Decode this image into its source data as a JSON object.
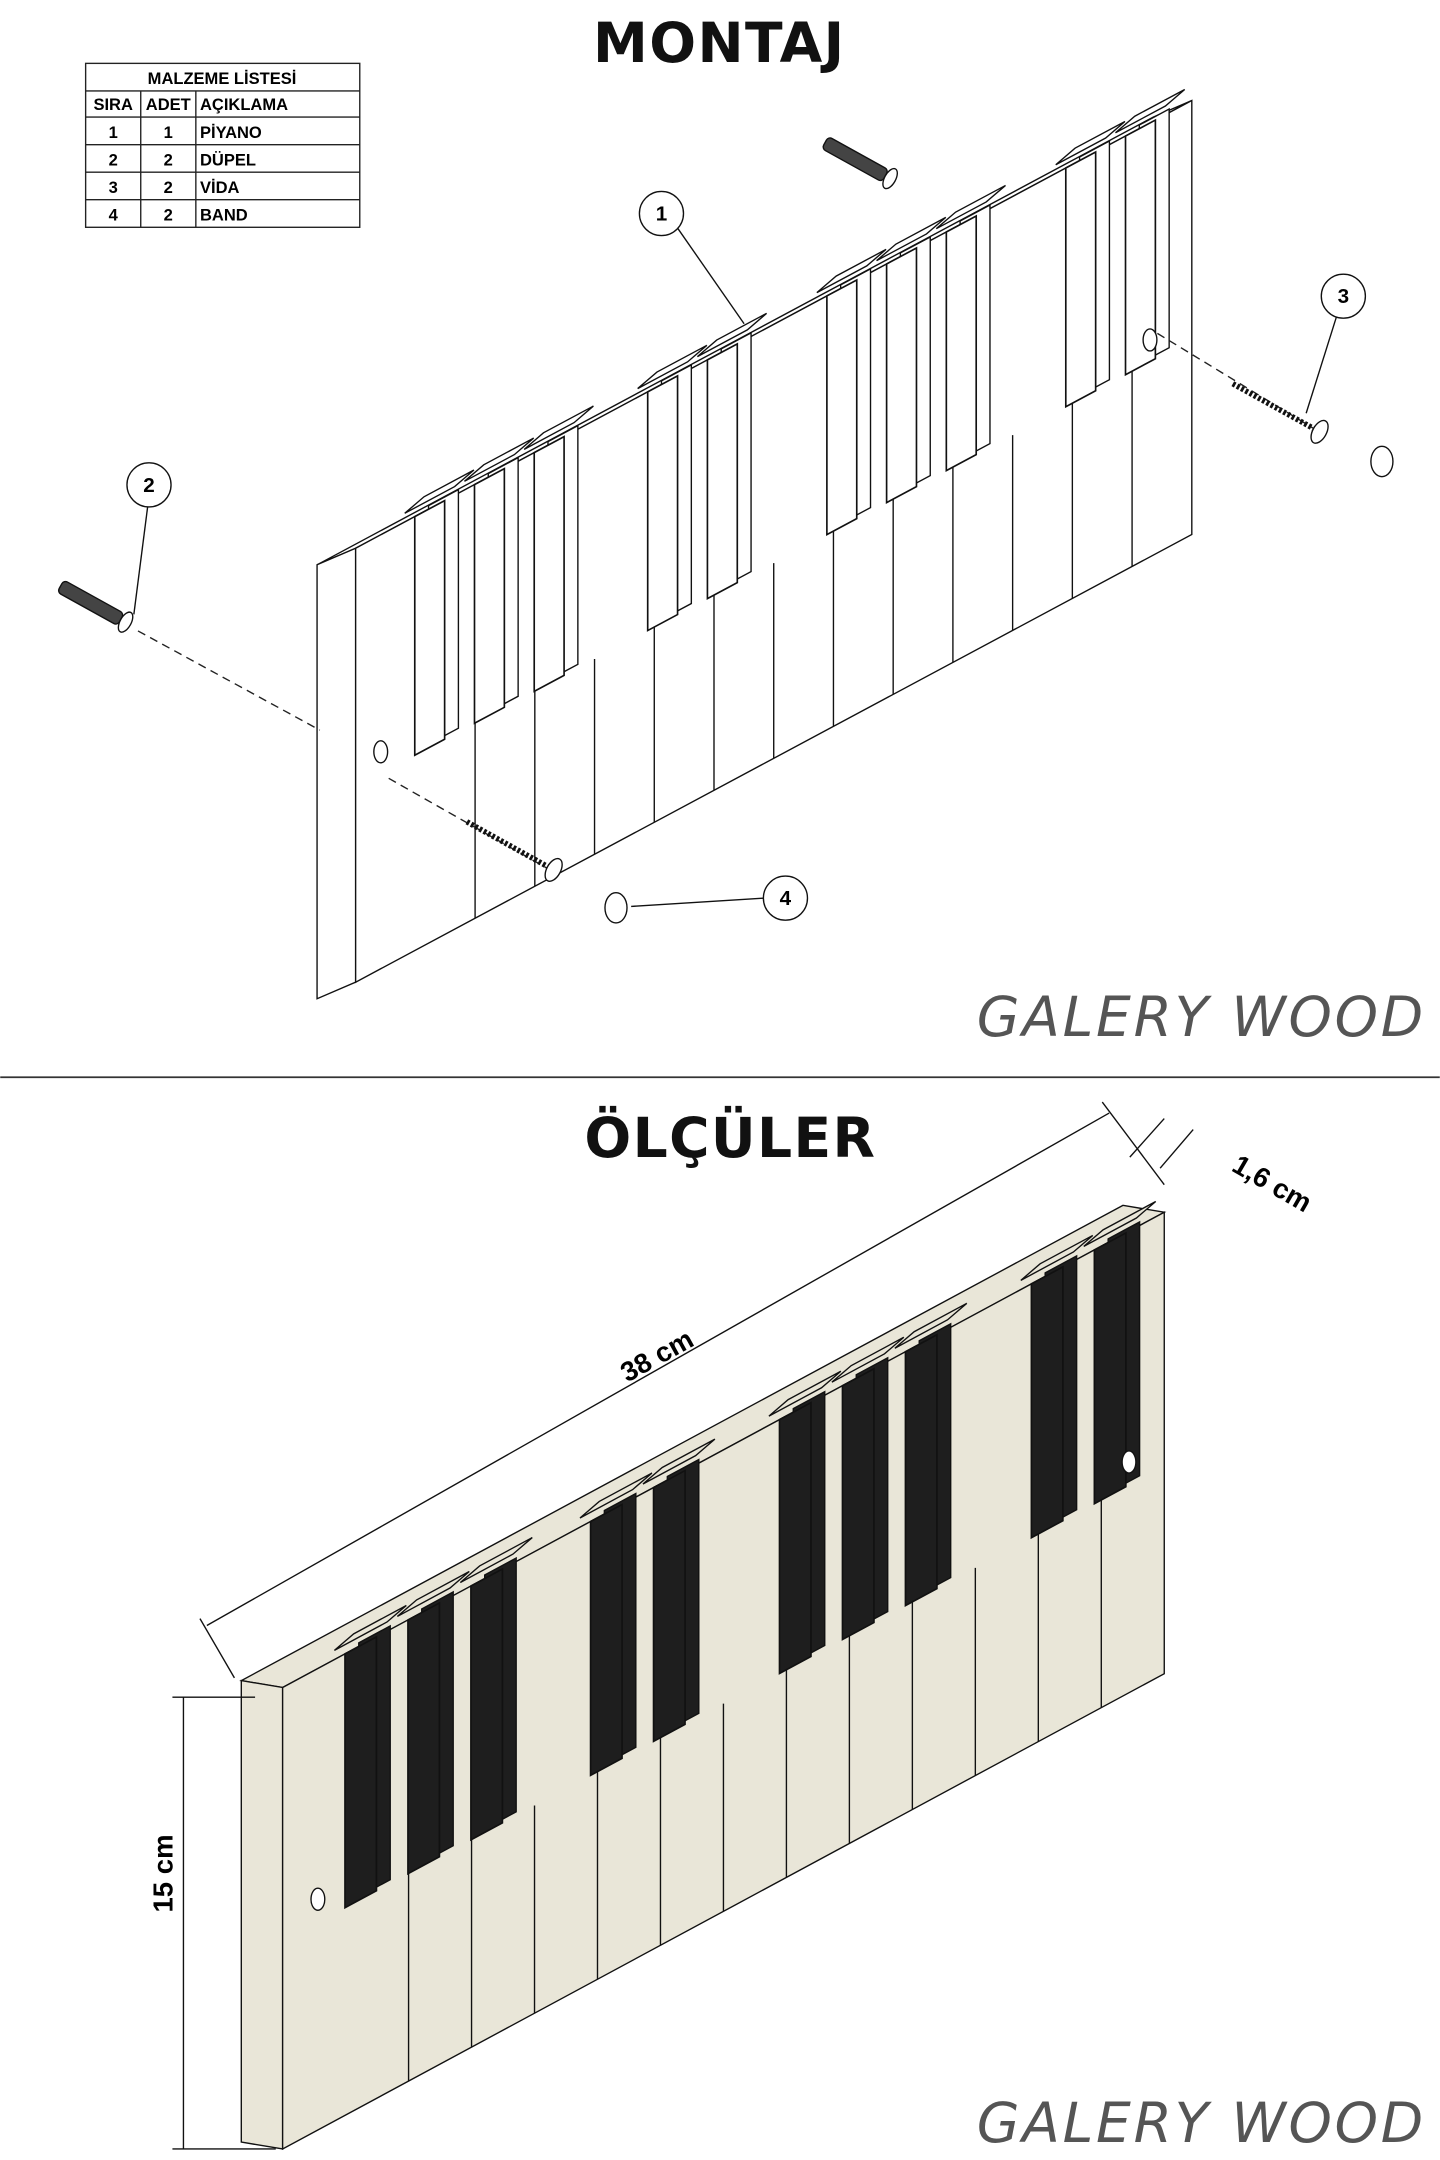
{
  "assembly": {
    "title": "MONTAJ",
    "parts_table": {
      "title": "MALZEME LİSTESİ",
      "headers": [
        "SIRA",
        "ADET",
        "AÇIKLAMA"
      ],
      "rows": [
        [
          "1",
          "1",
          "PİYANO"
        ],
        [
          "2",
          "2",
          "DÜPEL"
        ],
        [
          "3",
          "2",
          "VİDA"
        ],
        [
          "4",
          "2",
          "BAND"
        ]
      ]
    },
    "callouts": [
      "1",
      "2",
      "3",
      "4"
    ],
    "brand": "GALERY WOOD"
  },
  "dimensions": {
    "title": "ÖLÇÜLER",
    "length": "38 cm",
    "thickness": "1,6 cm",
    "height": "15 cm",
    "brand": "GALERY WOOD"
  },
  "colors": {
    "line": "#111111",
    "board_fill_bottom": "#e9e6d8",
    "black_key": "#1e1e1e"
  }
}
